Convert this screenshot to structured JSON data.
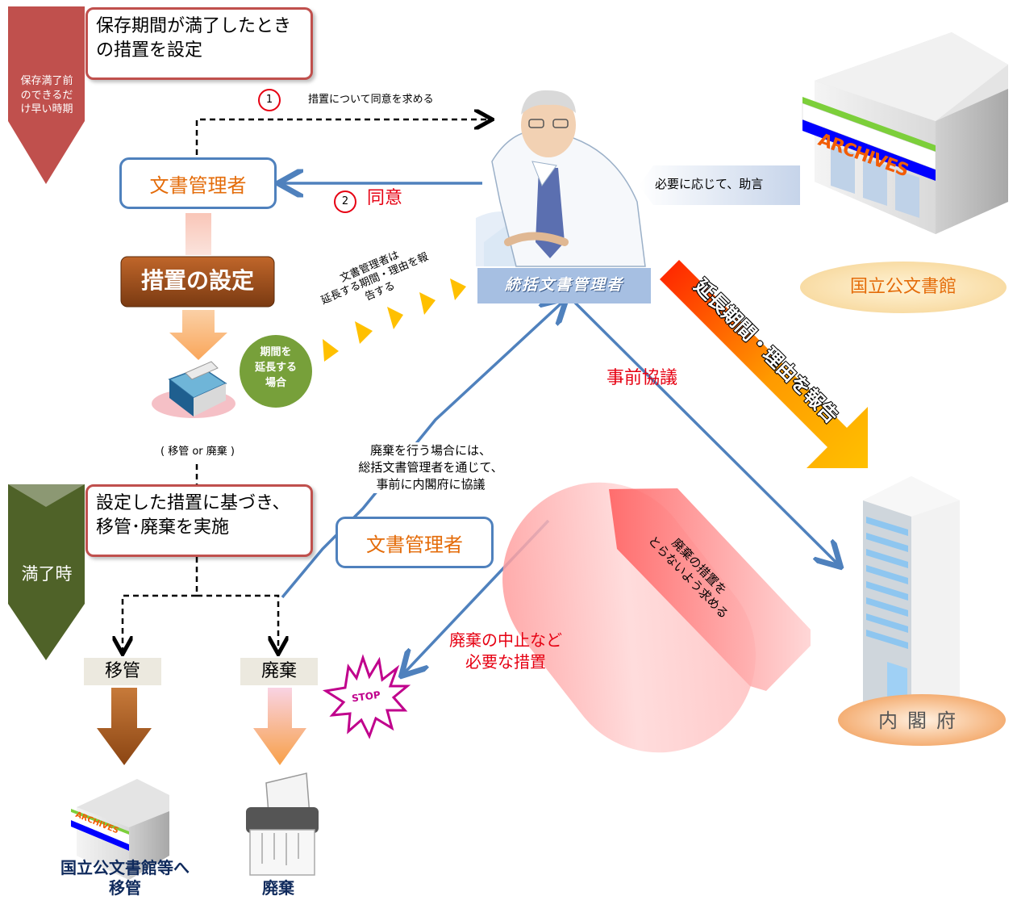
{
  "phase_top": {
    "timing": "保存満了前\nのできるだ\nけ早い時期",
    "box_text": "保存期間が満了したとき\nの措置を設定"
  },
  "phase_bottom": {
    "timing": "満了時",
    "box_text": "設定した措置に基づき、\n移管･廃棄を実施"
  },
  "records_manager_label": "文書管理者",
  "records_manager_label_2": "文書管理者",
  "step1": {
    "number": "1",
    "text": "措置について同意を求める"
  },
  "step2": {
    "number": "2",
    "text": "同意"
  },
  "measure_setting": "措置の設定",
  "transfer_or_dispose": "( 移管 or 廃棄 )",
  "extend_circle": "期間を\n延長する\n場合",
  "extend_report_text": "文書管理者は\n延長する期間・理由を報\n告する",
  "general_manager_label": "統括文書管理者",
  "advice_text": "必要に応じて、助言",
  "archives_sign": "ARCHIVES",
  "national_archives_label": "国立公文書館",
  "report_banner": "延長期間・理由を報告",
  "prior_consult": "事前協議",
  "cabinet_office_label": "内閣府",
  "disposal_note": "廃棄を行う場合には、\n総括文書管理者を通じて、\n事前に内閣府に協議",
  "request_text": "廃棄の措置を\nとらないよう求める",
  "stop_measure": "廃棄の中止など\n必要な措置",
  "stop_sign": "STOP",
  "transfer_label": "移管",
  "dispose_label": "廃棄",
  "bottom_transfer": "国立公文書館等へ\n移管",
  "bottom_dispose": "廃棄",
  "colors": {
    "red_phase": "#c0504d",
    "green_phase": "#4f6228",
    "blue": "#4f81bd",
    "orange_text": "#e46c0a",
    "red_text": "#e60012",
    "gold": "#ffc000",
    "dark_navy": "#0f2a5c"
  }
}
